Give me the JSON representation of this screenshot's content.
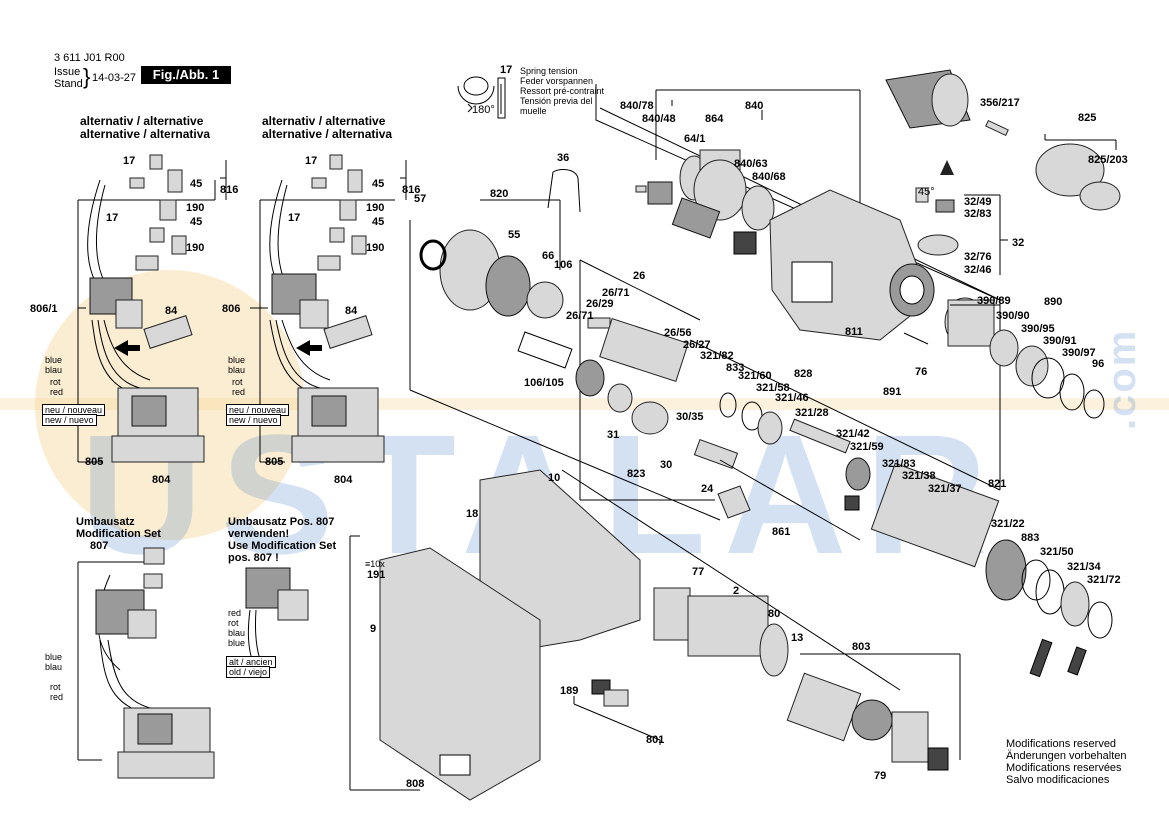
{
  "header": {
    "doc_number": "3 611 J01 R00",
    "issue_label": "Issue",
    "stand_label": "Stand",
    "date": "14-03-27",
    "figure": "Fig./Abb. 1"
  },
  "spring": {
    "number": "17",
    "angle": "180°",
    "lines": [
      "Spring tension",
      "Feder vorspannen",
      "Ressort pré-contraint",
      "Tensión previa del",
      "muelle"
    ]
  },
  "alt": {
    "line1": "alternativ / alternative",
    "line2": "alternative / alternativa"
  },
  "colors_legend": {
    "blue": "blue",
    "blau": "blau",
    "rot": "rot",
    "red": "red",
    "neu": "neu / nouveau",
    "new": "new / nuevo",
    "alt": "alt / ancien",
    "old": "old / viejo"
  },
  "modset": {
    "title1": "Umbausatz",
    "title2": "Modification Set",
    "num": "807",
    "right_lines": [
      "Umbausatz Pos. 807",
      "verwenden!",
      "Use Modification Set",
      "pos. 807 !"
    ]
  },
  "qty": "≡10x",
  "modifications": [
    "Modifications reserved",
    "Änderungen vorbehalten",
    "Modifications reservées",
    "Salvo modificaciones"
  ],
  "watermark": {
    "main": "USTALAR",
    "suffix": ".com"
  },
  "colors": {
    "watermark_orange": "#f7d79a",
    "watermark_blue": "#3c78c8",
    "figure_bg": "#000000"
  },
  "labels": {
    "l17a": "17",
    "l45a": "45",
    "l190a": "190",
    "l17b": "17",
    "l45b": "45",
    "l190b": "190",
    "l816a": "816",
    "l806_1": "806/1",
    "l84a": "84",
    "l805a": "805",
    "l804a": "804",
    "l17c": "17",
    "l45c": "45",
    "l190c": "190",
    "l17d": "17",
    "l45d": "45",
    "l190d": "190",
    "l816b": "816",
    "l806": "806",
    "l84b": "84",
    "l805b": "805",
    "l804b": "804",
    "l57": "57",
    "l820": "820",
    "l55": "55",
    "l66": "66",
    "l106": "106",
    "l36": "36",
    "l106_105": "106/105",
    "l840_78": "840/78",
    "l840_48": "840/48",
    "l864": "864",
    "l840": "840",
    "l64_1": "64/1",
    "l840_63": "840/63",
    "l840_68": "840/68",
    "l356_217": "356/217",
    "l825": "825",
    "l825_203": "825/203",
    "l32_49": "32/49",
    "l32_83": "32/83",
    "l32": "32",
    "l32_76": "32/76",
    "l32_46": "32/46",
    "l45deg": "45°",
    "l26": "26",
    "l26_71a": "26/71",
    "l26_29": "26/29",
    "l26_71b": "26/71",
    "l26_56": "26/56",
    "l26_27": "26/27",
    "l811": "811",
    "l890": "890",
    "l390_89": "390/89",
    "l390_90": "390/90",
    "l390_95": "390/95",
    "l390_91": "390/91",
    "l390_97": "390/97",
    "l96": "96",
    "l76": "76",
    "l321_82": "321/82",
    "l833": "833",
    "l321_60": "321/60",
    "l321_58": "321/58",
    "l828": "828",
    "l321_46": "321/46",
    "l321_28": "321/28",
    "l891": "891",
    "l321_42": "321/42",
    "l321_59": "321/59",
    "l321_83": "321/83",
    "l321_38": "321/38",
    "l321_37": "321/37",
    "l821": "821",
    "l321_22": "321/22",
    "l883": "883",
    "l321_50": "321/50",
    "l321_34": "321/34",
    "l321_72": "321/72",
    "l31": "31",
    "l30_35": "30/35",
    "l30": "30",
    "l823": "823",
    "l24": "24",
    "l861": "861",
    "l10": "10",
    "l18": "18",
    "l191": "191",
    "l9": "9",
    "l808": "808",
    "l77": "77",
    "l2": "2",
    "l80": "80",
    "l13": "13",
    "l803": "803",
    "l189": "189",
    "l801": "801",
    "l79": "79"
  }
}
